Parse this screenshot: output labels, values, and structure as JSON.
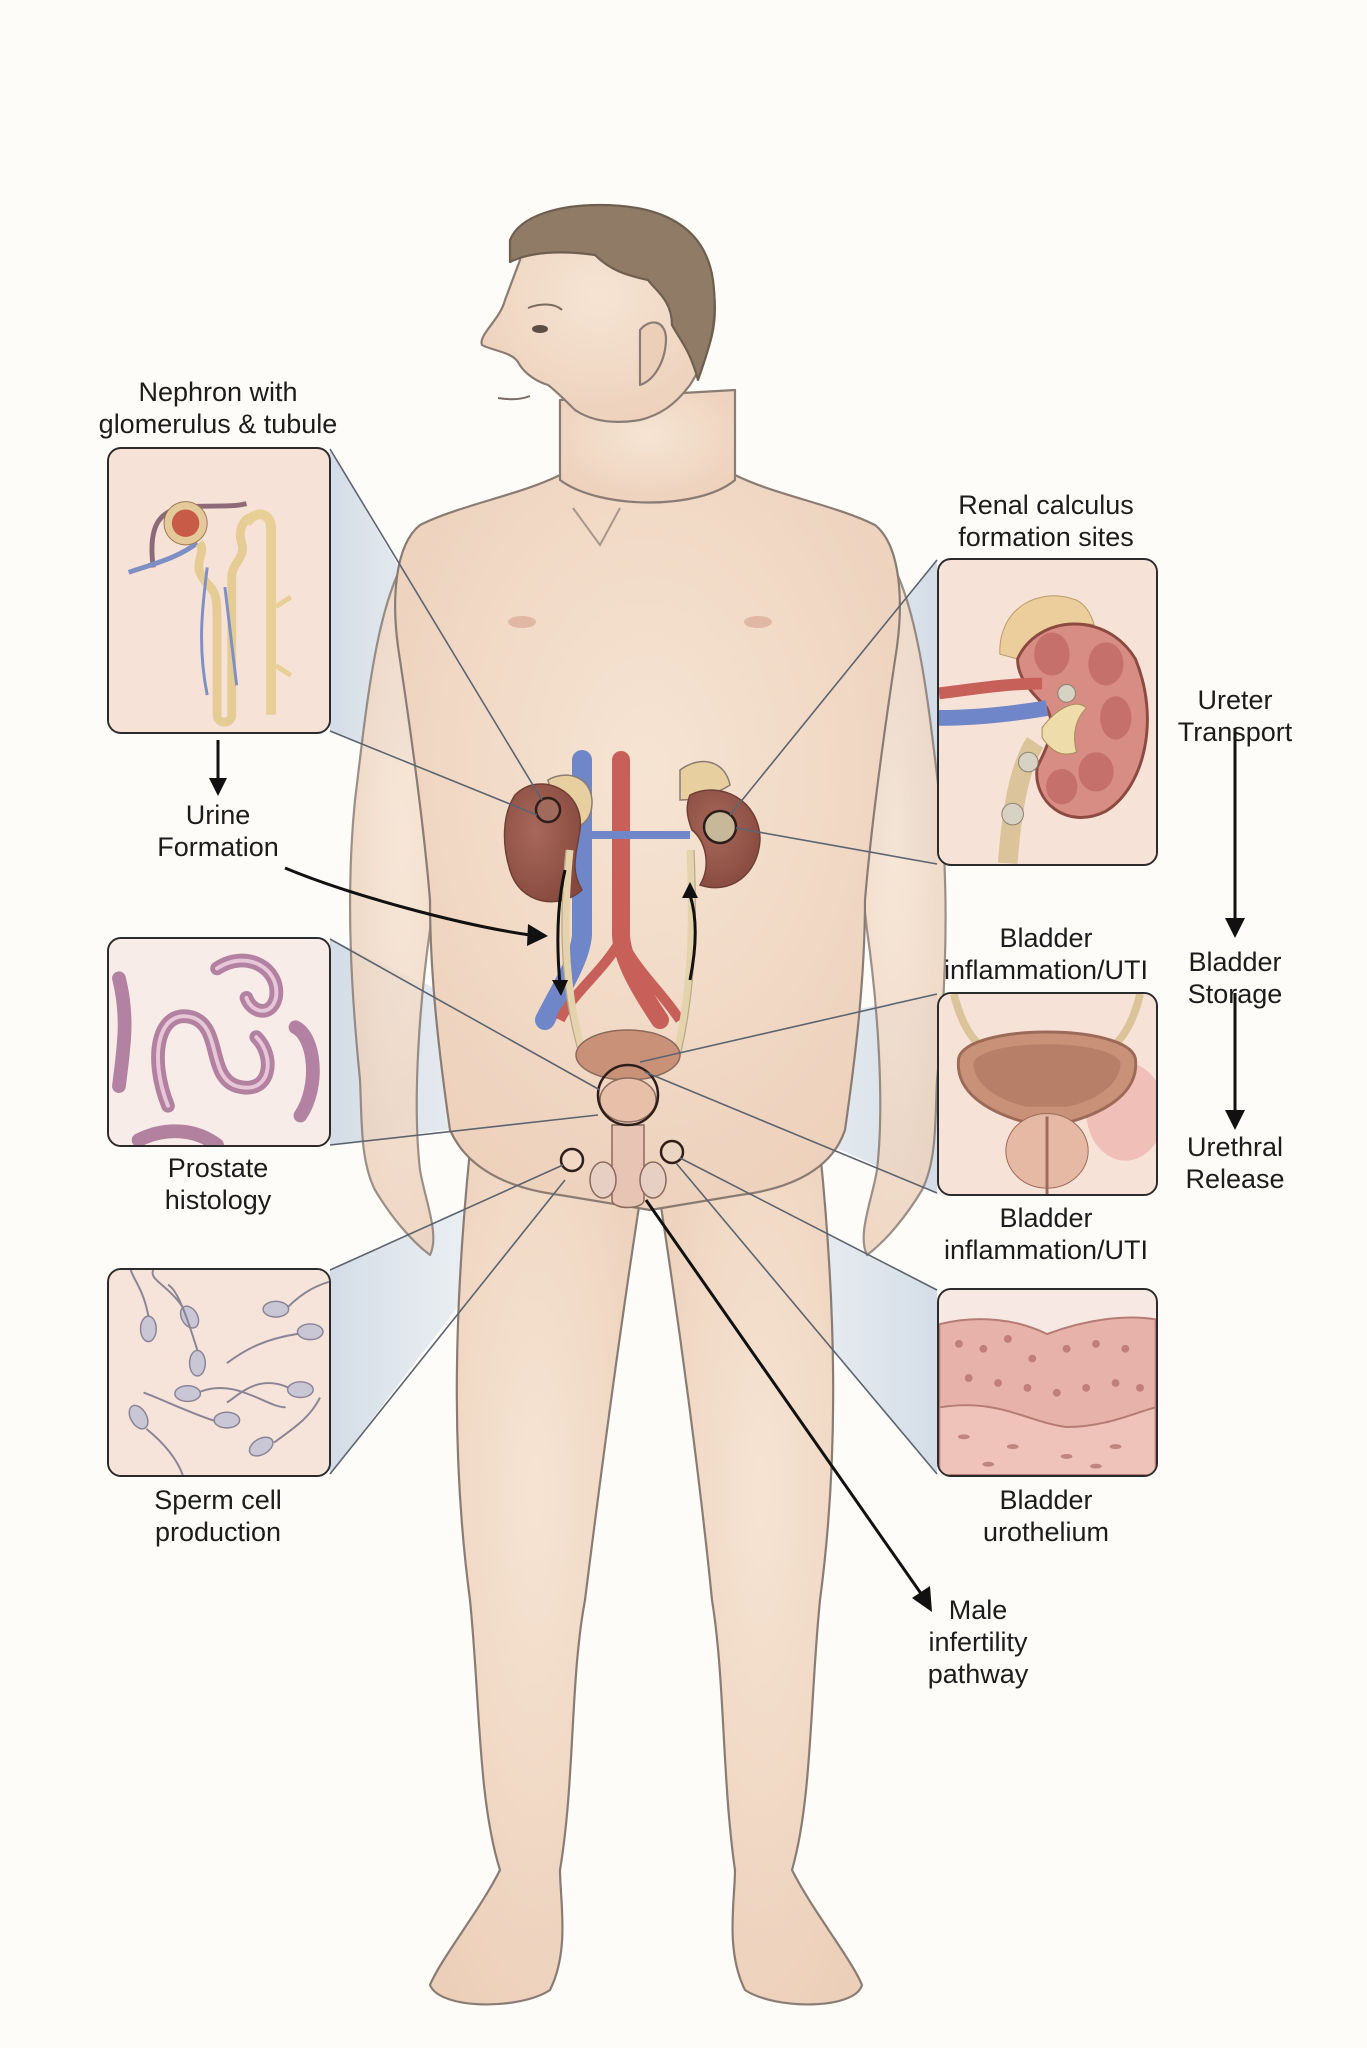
{
  "figure": {
    "subject": "Male urinary and reproductive system anatomy",
    "colors": {
      "background": "#fdfcf8",
      "skin": "#f1d9c6",
      "skin_outline": "#8a7c74",
      "hair": "#8f7b66",
      "kidney": "#9b5a4e",
      "adrenal": "#e7cfa0",
      "vein": "#6f86c8",
      "artery": "#c8605a",
      "ureter": "#e5d3ad",
      "bladder": "#c99178",
      "callout_wedge": "#c9d6e3",
      "text": "#1c1c1c"
    }
  },
  "left_panels": [
    {
      "id": "nephron",
      "title": [
        "Nephron with",
        "glomerulus & tubule"
      ]
    },
    {
      "id": "prostate",
      "caption": [
        "Prostate",
        "histology"
      ]
    },
    {
      "id": "sperm",
      "caption": [
        "Sperm cell",
        "production"
      ]
    }
  ],
  "right_panels": [
    {
      "id": "renal_calculus",
      "title": [
        "Renal calculus",
        "formation sites"
      ]
    },
    {
      "id": "bladder_uti",
      "title": [
        "Bladder",
        "inflammation/UTI"
      ],
      "caption": [
        "Bladder",
        "inflammation/UTI"
      ]
    },
    {
      "id": "urothelium",
      "caption": [
        "Bladder",
        "urothelium"
      ]
    }
  ],
  "flow": {
    "left": {
      "label": [
        "Urine",
        "Formation"
      ]
    },
    "right_steps": [
      {
        "label": [
          "Ureter",
          "Transport"
        ]
      },
      {
        "label": [
          "Bladder",
          "Storage"
        ]
      },
      {
        "label": [
          "Urethral",
          "Release"
        ]
      }
    ],
    "infertility": {
      "label": [
        "Male",
        "infertility",
        "pathway"
      ]
    }
  }
}
